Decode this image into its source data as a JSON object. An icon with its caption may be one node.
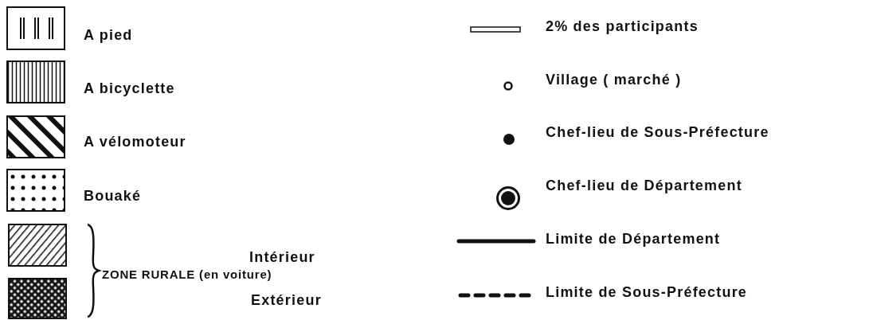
{
  "diagram": {
    "labels": [
      "ZONE RURALE (en voiture)"
    ],
    "legend": [
      {
        "text": "A pied"
      },
      {
        "text": "A bicyclette"
      },
      {
        "text": "A vélomoteur"
      },
      {
        "text": "Bouaké"
      },
      {
        "text": "Intérieur"
      },
      {
        "text": "Extérieur"
      },
      {
        "text": "2% des participants"
      },
      {
        "text": "Village ( marché )"
      },
      {
        "text": "Chef-lieu de Sous-Préfecture"
      },
      {
        "text": "Chef-lieu de Département"
      },
      {
        "text": "Limite de Département"
      },
      {
        "text": "Limite de Sous-Préfecture"
      }
    ]
  }
}
